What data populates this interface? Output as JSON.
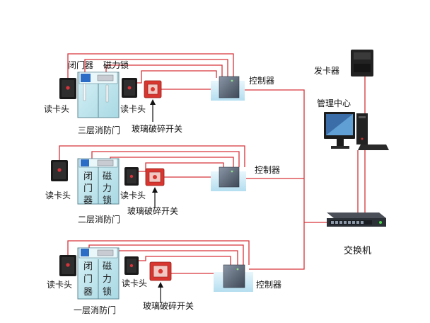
{
  "floors": [
    {
      "door_label": "三层消防门",
      "closer_label": "闭门器",
      "lock_label": "磁力锁",
      "reader_left_label": "读卡头",
      "reader_right_label": "读卡头",
      "glass_switch_label": "玻璃破碎开关",
      "controller_label": "控制器"
    },
    {
      "door_label": "二层消防门",
      "closer_label": "闭门器",
      "lock_label": "磁力锁",
      "reader_left_label": "读卡头",
      "reader_right_label": "读卡头",
      "glass_switch_label": "玻璃破碎开关",
      "controller_label": "控制器"
    },
    {
      "door_label": "一层消防门",
      "closer_label": "闭门器",
      "lock_label": "磁力锁",
      "reader_left_label": "读卡头",
      "reader_right_label": "读卡头",
      "glass_switch_label": "玻璃破碎开关",
      "controller_label": "控制器"
    }
  ],
  "card_issuer_label": "发卡器",
  "management_center_label": "管理中心",
  "switch_label": "交换机",
  "colors": {
    "wire": "#d6343a",
    "door_glass": "#bfe6ee",
    "controller_pad": "#c9e8f5"
  }
}
